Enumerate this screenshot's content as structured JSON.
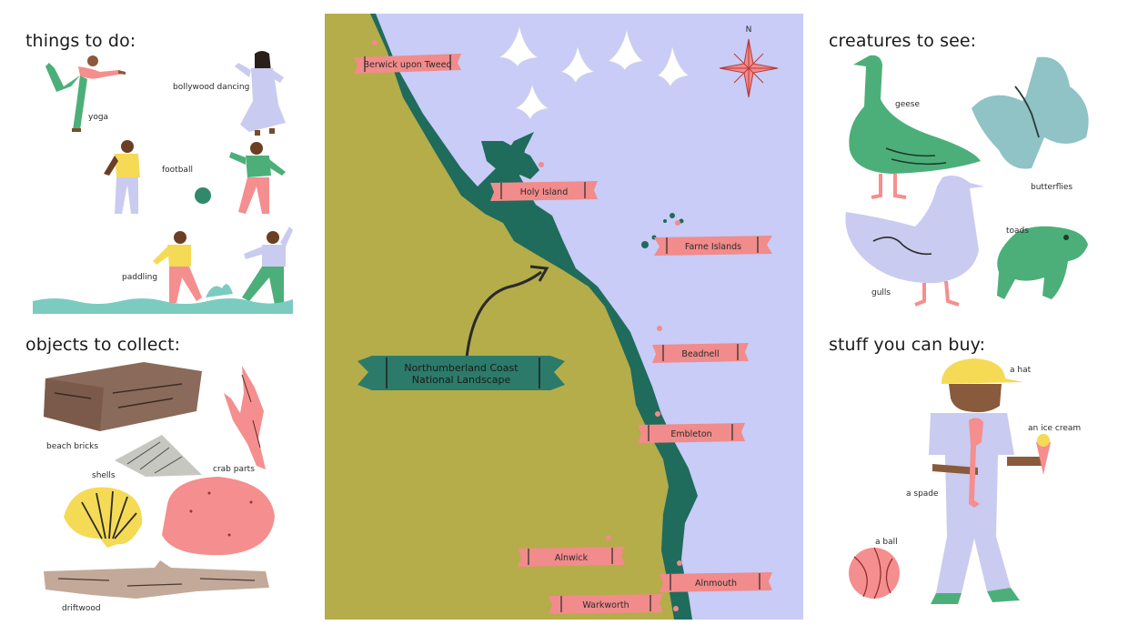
{
  "colors": {
    "land": "#b4ad4a",
    "sea": "#c8ccf7",
    "coast": "#1f6b5c",
    "ribbon": "#f28b8b",
    "ribbon_big": "#2c7a6a",
    "green": "#4caf7a",
    "lavender": "#c9cbf0",
    "pink": "#f58e8e",
    "yellow": "#f5da56",
    "teal_blue": "#8fc3c6"
  },
  "sections": {
    "things_to_do": {
      "title": "things to do:",
      "items": [
        "yoga",
        "bollywood dancing",
        "football",
        "paddling"
      ]
    },
    "objects_to_collect": {
      "title": "objects to collect:",
      "items": [
        "beach bricks",
        "shells",
        "crab parts",
        "driftwood"
      ]
    },
    "creatures_to_see": {
      "title": "creatures to see:",
      "items": [
        "geese",
        "butterflies",
        "gulls",
        "toads"
      ]
    },
    "stuff_you_can_buy": {
      "title": "stuff you can buy:",
      "items": [
        "a hat",
        "an ice cream",
        "a spade",
        "a ball"
      ]
    }
  },
  "map": {
    "compass_label": "N",
    "places": [
      "Berwick upon Tweed",
      "Holy Island",
      "Farne Islands",
      "Beadnell",
      "Embleton",
      "Alnwick",
      "Alnmouth",
      "Warkworth"
    ],
    "highlight": {
      "line1": "Northumberland Coast",
      "line2": "National Landscape"
    }
  }
}
